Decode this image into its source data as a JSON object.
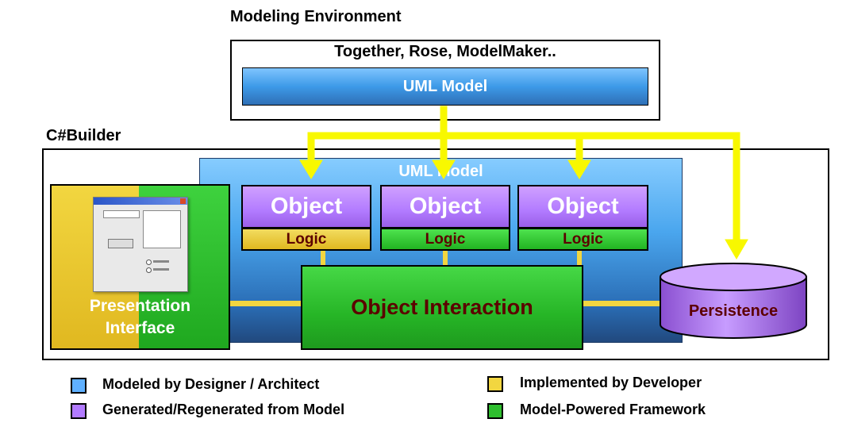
{
  "modeling_env": {
    "title": "Modeling Environment",
    "tools": "Together, Rose, ModelMaker..",
    "uml_model": "UML Model"
  },
  "builder": {
    "title": "C#Builder",
    "uml_model": "UML Model",
    "objects": [
      {
        "name": "Object",
        "logic": "Logic",
        "logic_color": "#e8c830"
      },
      {
        "name": "Object",
        "logic": "Logic",
        "logic_color": "#2fbf2f"
      },
      {
        "name": "Object",
        "logic": "Logic",
        "logic_color": "#2fbf2f"
      }
    ],
    "object_interaction": "Object Interaction",
    "presentation_line1": "Presentation",
    "presentation_line2": "Interface",
    "persistence": "Persistence"
  },
  "legend": [
    {
      "color": "#5fb0ff",
      "label": "Modeled by Designer / Architect"
    },
    {
      "color": "#f2d640",
      "label": "Implemented by Developer"
    },
    {
      "color": "#b27bff",
      "label": "Generated/Regenerated from Model"
    },
    {
      "color": "#2fbf2f",
      "label": "Model-Powered Framework"
    }
  ],
  "colors": {
    "arrow": "#f8f800",
    "modeled_blue": "#5fb0ff",
    "developer_yellow": "#f2d640",
    "generated_purple": "#b27bff",
    "framework_green": "#2fbf2f"
  }
}
